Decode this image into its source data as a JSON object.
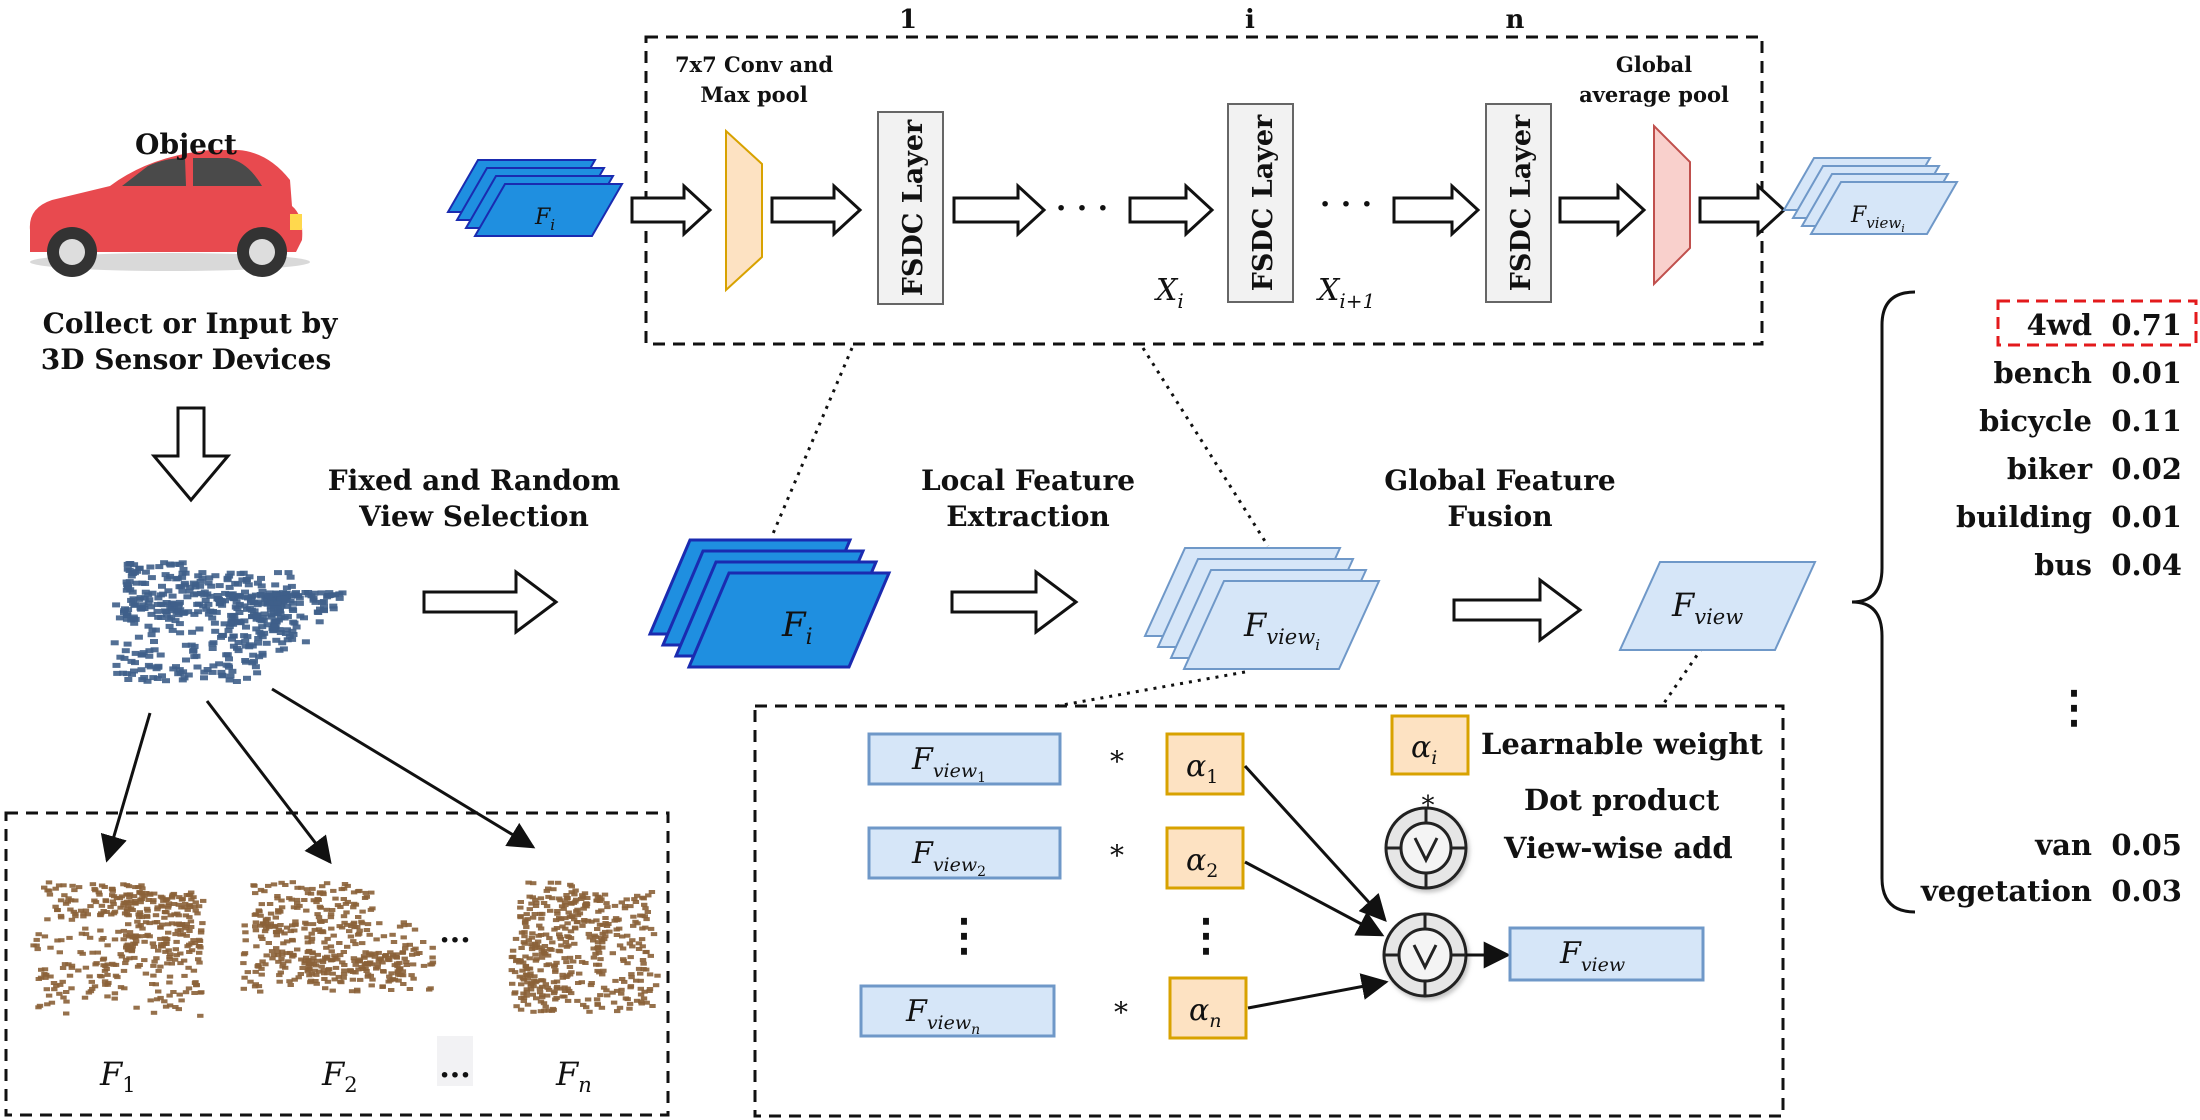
{
  "object_title": "Object",
  "collect_line1": "Collect or Input by",
  "collect_line2": "3D Sensor Devices",
  "view_sel_line1": "Fixed and Random",
  "view_sel_line2": "View Selection",
  "local_line1": "Local Feature",
  "local_line2": "Extraction",
  "global_line1": "Global Feature",
  "global_line2": "Fusion",
  "conv_line1": "7x7 Conv and",
  "conv_line2": "Max pool",
  "gap_line1": "Global",
  "gap_line2": "average pool",
  "layer_label": "FSDC Layer",
  "layer_index_1": "1",
  "layer_index_i": "i",
  "layer_index_n": "n",
  "dots_h": "· · ·",
  "dots_v": "⋮",
  "ellipsis": "···",
  "sym": {
    "F": "F",
    "X": "X",
    "alpha": "α",
    "sub_i": "i",
    "sub_1": "1",
    "sub_2": "2",
    "sub_n": "n",
    "sub_i1": "i+1",
    "sub_view": "view",
    "star": "*"
  },
  "legend": {
    "learnable": "Learnable weight",
    "dot_product": "Dot product",
    "view_wise": "View-wise add"
  },
  "predictions": [
    {
      "label": "4wd",
      "score": "0.71",
      "highlight": true
    },
    {
      "label": "bench",
      "score": "0.01"
    },
    {
      "label": "bicycle",
      "score": "0.11"
    },
    {
      "label": "biker",
      "score": "0.02"
    },
    {
      "label": "building",
      "score": "0.01"
    },
    {
      "label": "bus",
      "score": "0.04"
    },
    {
      "label": "van",
      "score": "0.05"
    },
    {
      "label": "vegetation",
      "score": "0.03"
    }
  ],
  "colors": {
    "blue_dark": "#1f8fe0",
    "blue_light": "#d6e6f8",
    "blue_light_stroke": "#6f98c8",
    "orange_fill": "#fde2c2",
    "orange_stroke": "#d8a200",
    "pink_fill": "#f9d0cc",
    "pink_stroke": "#c0504d",
    "car_red": "#e84a4f",
    "point_blue": "#3f5f8a",
    "point_brown": "#8b6239"
  }
}
